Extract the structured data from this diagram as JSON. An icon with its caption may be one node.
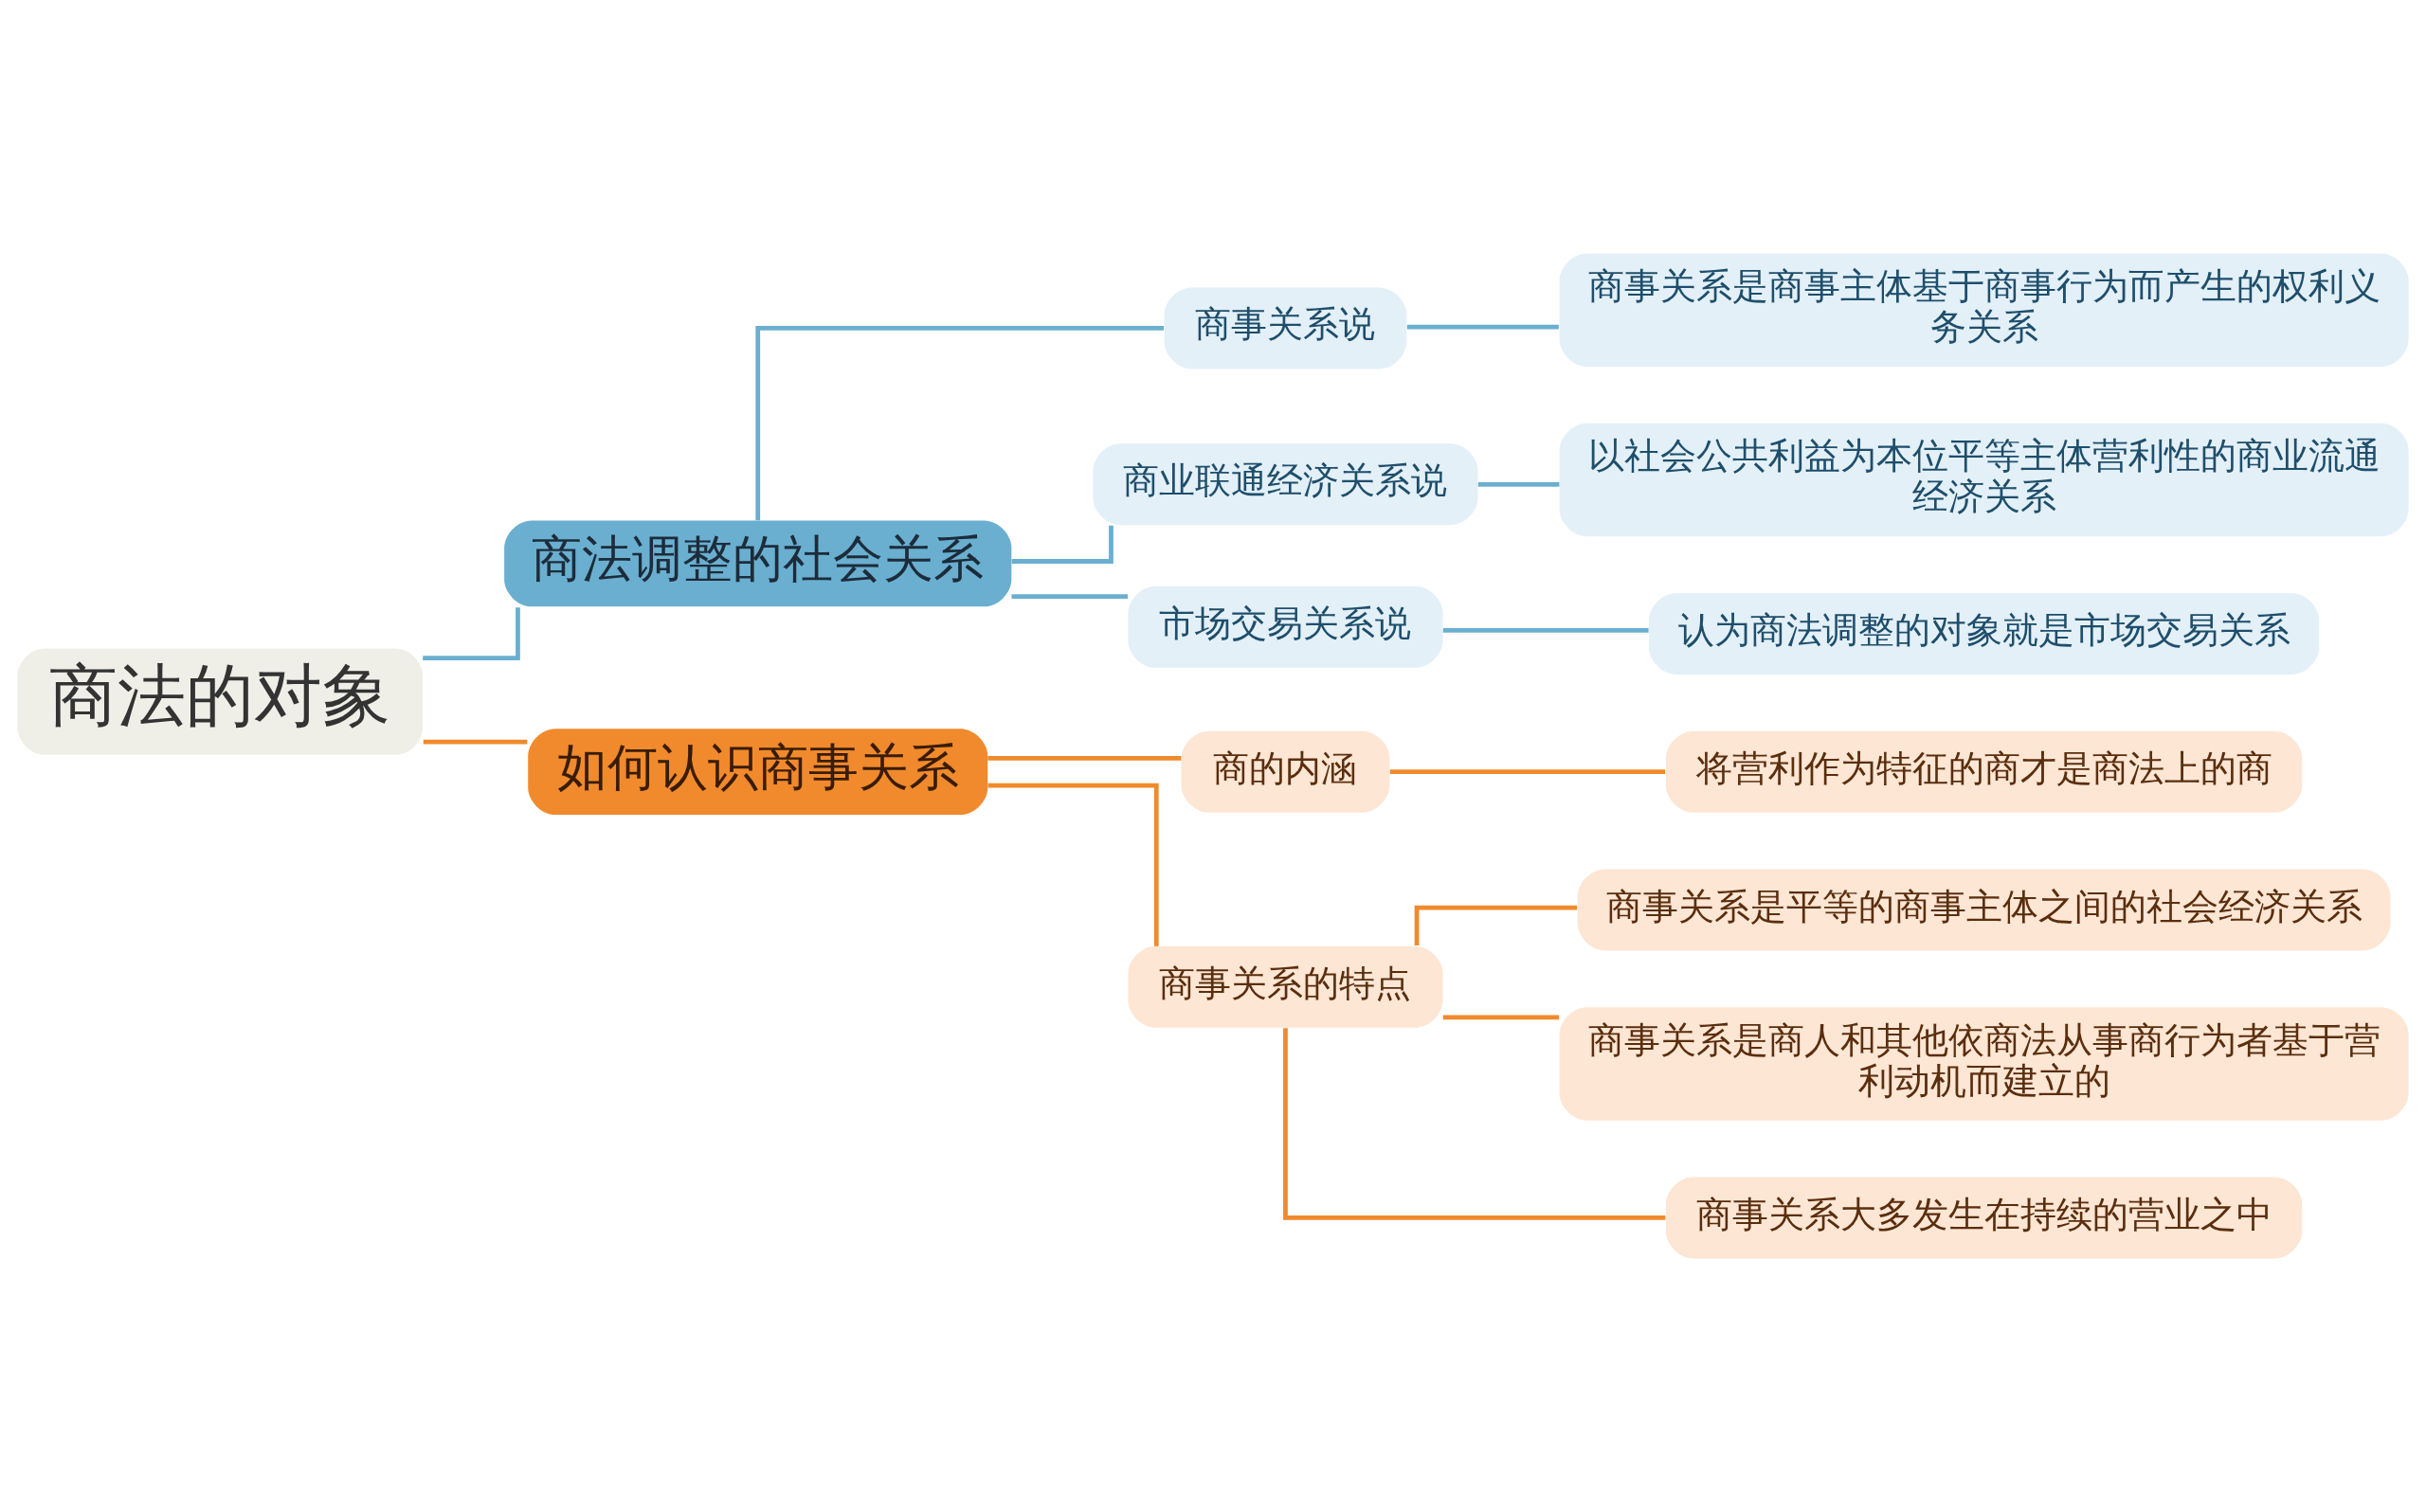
{
  "diagram": {
    "nodes": [
      {
        "text": [
          "商法的对象"
        ]
      },
      {
        "text": [
          "商法调整的社会关系"
        ]
      },
      {
        "text": [
          "商事关系说"
        ]
      },
      {
        "text": [
          "商事关系是商事主体基于商事行为而产生的权利义务关系"
        ]
      },
      {
        "text": [
          "商业联通经济关系说"
        ]
      },
      {
        "text": [
          "以社会公共利益为本位平等主体营利性的商业流通经济关系"
        ]
      },
      {
        "text": [
          "市场交易关系说"
        ]
      },
      {
        "text": [
          "认为商法调整的对象就是市场交易关系"
        ]
      },
      {
        "text": [
          "如何认识商事关系"
        ]
      },
      {
        "text": [
          "商的内涵"
        ]
      },
      {
        "text": [
          "将营利作为特征的商才是商法上的商"
        ]
      },
      {
        "text": [
          "商事关系的特点"
        ]
      },
      {
        "text": [
          "商事关系是平等的商事主体之间的社会经济关系"
        ]
      },
      {
        "text": [
          "商事关系是商人和其他依商法从事商行为者基于营利动机而建立的"
        ]
      },
      {
        "text": [
          "商事关系大多发生在持续的营业之中"
        ]
      }
    ],
    "edges": [
      {
        "from": 0,
        "to": 1,
        "arrow": "none",
        "color": "#6aafd0"
      },
      {
        "from": 1,
        "to": 2,
        "arrow": "none",
        "color": "#6aafd0"
      },
      {
        "from": 2,
        "to": 3,
        "arrow": "none",
        "color": "#6aafd0"
      },
      {
        "from": 1,
        "to": 4,
        "arrow": "none",
        "color": "#6aafd0"
      },
      {
        "from": 4,
        "to": 5,
        "arrow": "none",
        "color": "#6aafd0"
      },
      {
        "from": 1,
        "to": 6,
        "arrow": "none",
        "color": "#6aafd0"
      },
      {
        "from": 6,
        "to": 7,
        "arrow": "none",
        "color": "#6aafd0"
      },
      {
        "from": 0,
        "to": 8,
        "arrow": "none",
        "color": "#f08a2c"
      },
      {
        "from": 8,
        "to": 9,
        "arrow": "none",
        "color": "#f08a2c"
      },
      {
        "from": 9,
        "to": 10,
        "arrow": "none",
        "color": "#f08a2c"
      },
      {
        "from": 8,
        "to": 11,
        "arrow": "none",
        "color": "#f08a2c"
      },
      {
        "from": 11,
        "to": 12,
        "arrow": "none",
        "color": "#f08a2c"
      },
      {
        "from": 11,
        "to": 13,
        "arrow": "none",
        "color": "#f08a2c"
      },
      {
        "from": 11,
        "to": 14,
        "arrow": "none",
        "color": "#f08a2c"
      }
    ]
  }
}
